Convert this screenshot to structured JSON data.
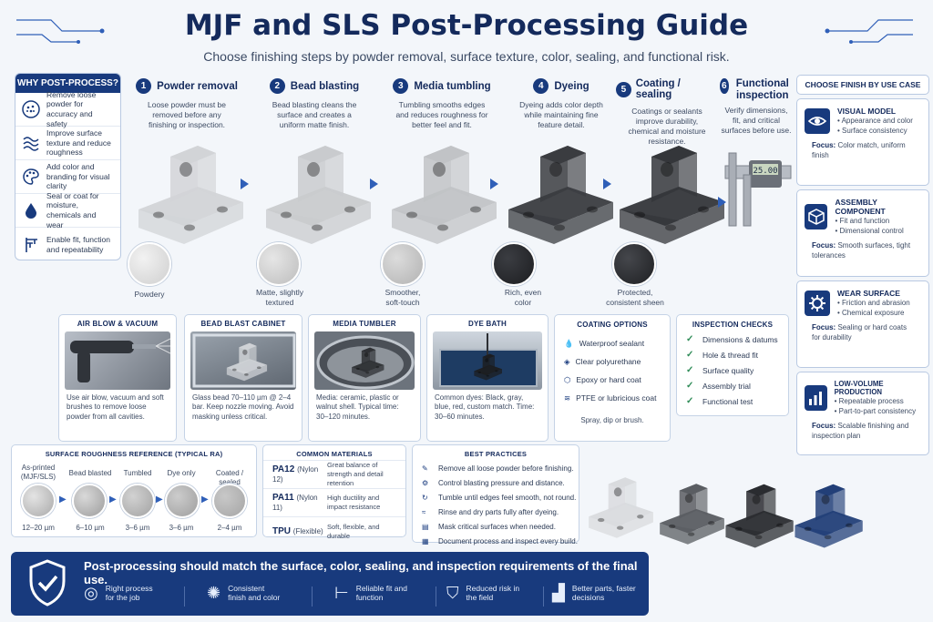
{
  "header": {
    "title": "MJF and SLS Post-Processing Guide",
    "subtitle": "Choose finishing steps by powder removal, surface texture, color, sealing, and functional risk."
  },
  "why": {
    "title": "WHY POST-PROCESS?",
    "items": [
      {
        "icon": "powder-icon",
        "text": "Remove loose powder for accuracy and safety"
      },
      {
        "icon": "texture-icon",
        "text": "Improve surface texture and reduce roughness"
      },
      {
        "icon": "palette-icon",
        "text": "Add color and branding for visual clarity"
      },
      {
        "icon": "droplet-icon",
        "text": "Seal or coat for moisture, chemicals and wear"
      },
      {
        "icon": "caliper-icon",
        "text": "Enable fit, function and repeatability"
      }
    ]
  },
  "steps": [
    {
      "num": "1",
      "title": "Powder removal",
      "desc": "Loose powder must be removed before any finishing or inspection.",
      "swatch_label": "Powdery"
    },
    {
      "num": "2",
      "title": "Bead blasting",
      "desc": "Bead blasting cleans the surface and creates a uniform matte finish.",
      "swatch_label": "Matte, slightly textured"
    },
    {
      "num": "3",
      "title": "Media tumbling",
      "desc": "Tumbling smooths edges and reduces roughness for better feel and fit.",
      "swatch_label": "Smoother, soft-touch"
    },
    {
      "num": "4",
      "title": "Dyeing",
      "desc": "Dyeing adds color depth while maintaining fine feature detail.",
      "swatch_label": "Rich, even color"
    },
    {
      "num": "5",
      "title": "Coating / sealing",
      "desc": "Coatings or sealants improve durability, chemical and moisture resistance.",
      "swatch_label": "Protected, consistent sheen"
    },
    {
      "num": "6",
      "title": "Functional inspection",
      "desc": "Verify dimensions, fit, and critical surfaces before use.",
      "caliper_readout": "25.00"
    }
  ],
  "cards": {
    "air": {
      "title": "AIR BLOW & VACUUM",
      "text": "Use air blow, vacuum and soft brushes to remove loose powder from all cavities."
    },
    "bead": {
      "title": "BEAD BLAST CABINET",
      "text": "Glass bead 70–110 µm @ 2–4 bar. Keep nozzle moving. Avoid masking unless critical."
    },
    "tumbler": {
      "title": "MEDIA TUMBLER",
      "text": "Media: ceramic, plastic or walnut shell. Typical time: 30–120 minutes."
    },
    "dye": {
      "title": "DYE BATH",
      "text": "Common dyes: Black, gray, blue, red, custom match. Time: 30–60 minutes."
    },
    "coating": {
      "title": "COATING OPTIONS",
      "options": [
        "Waterproof sealant",
        "Clear polyurethane",
        "Epoxy or hard coat",
        "PTFE or lubricious coat"
      ],
      "footer": "Spray, dip or brush."
    },
    "inspection": {
      "title": "INSPECTION CHECKS",
      "checks": [
        "Dimensions & datums",
        "Hole & thread fit",
        "Surface quality",
        "Assembly trial",
        "Functional test"
      ]
    }
  },
  "use_cases": {
    "title": "CHOOSE FINISH BY USE CASE",
    "items": [
      {
        "icon": "eye-icon",
        "title": "VISUAL MODEL",
        "bullets": [
          "Appearance and color",
          "Surface consistency"
        ],
        "focus_label": "Focus:",
        "focus": "Color match, uniform finish"
      },
      {
        "icon": "cube-icon",
        "title": "ASSEMBLY COMPONENT",
        "bullets": [
          "Fit and function",
          "Dimensional control"
        ],
        "focus_label": "Focus:",
        "focus": "Smooth surfaces, tight tolerances"
      },
      {
        "icon": "gear-icon",
        "title": "WEAR SURFACE",
        "bullets": [
          "Friction and abrasion",
          "Chemical exposure"
        ],
        "focus_label": "Focus:",
        "focus": "Sealing or hard coats for durability"
      },
      {
        "icon": "bar-chart-icon",
        "title": "LOW-VOLUME PRODUCTION",
        "bullets": [
          "Repeatable process",
          "Part-to-part consistency"
        ],
        "focus_label": "Focus:",
        "focus": "Scalable finishing and inspection plan"
      }
    ]
  },
  "roughness": {
    "title": "SURFACE ROUGHNESS REFERENCE (TYPICAL RA)",
    "items": [
      {
        "label": "As-printed (MJF/SLS)",
        "value": "12–20 µm"
      },
      {
        "label": "Bead blasted",
        "value": "6–10 µm"
      },
      {
        "label": "Tumbled",
        "value": "3–6 µm"
      },
      {
        "label": "Dye only",
        "value": "3–6 µm"
      },
      {
        "label": "Coated / sealed",
        "value": "2–4 µm"
      }
    ]
  },
  "materials": {
    "title": "COMMON MATERIALS",
    "items": [
      {
        "name": "PA12",
        "sub": "(Nylon 12)",
        "desc": "Great balance of strength and detail retention"
      },
      {
        "name": "PA11",
        "sub": "(Nylon 11)",
        "desc": "High ductility and impact resistance"
      },
      {
        "name": "TPU",
        "sub": "(Flexible)",
        "desc": "Soft, flexible, and durable"
      }
    ]
  },
  "best_practices": {
    "title": "BEST PRACTICES",
    "items": [
      {
        "icon": "brush-icon",
        "text": "Remove all loose powder before finishing."
      },
      {
        "icon": "slider-icon",
        "text": "Control blasting pressure and distance."
      },
      {
        "icon": "rotate-icon",
        "text": "Tumble until edges feel smooth, not round."
      },
      {
        "icon": "water-icon",
        "text": "Rinse and dry parts fully after dyeing."
      },
      {
        "icon": "tape-icon",
        "text": "Mask critical surfaces when needed."
      },
      {
        "icon": "clipboard-icon",
        "text": "Document process and inspect every build."
      }
    ]
  },
  "banner": {
    "main": "Post-processing should match the surface, color, sealing, and inspection requirements of the final use.",
    "items": [
      {
        "icon": "target-icon",
        "text": "Right process for the job"
      },
      {
        "icon": "palette-icon",
        "text": "Consistent finish and color"
      },
      {
        "icon": "caliper-icon",
        "text": "Reliable fit and function"
      },
      {
        "icon": "shield-check-icon",
        "text": "Reduced risk in the field"
      },
      {
        "icon": "growth-chart-icon",
        "text": "Better parts, faster decisions"
      }
    ]
  },
  "colors": {
    "navy": "#183a7d",
    "accent": "#2f5fb8",
    "raw_part": "#d7d9dc",
    "dyed_part": "#2b2d31",
    "blue_part": "#203a6e"
  }
}
